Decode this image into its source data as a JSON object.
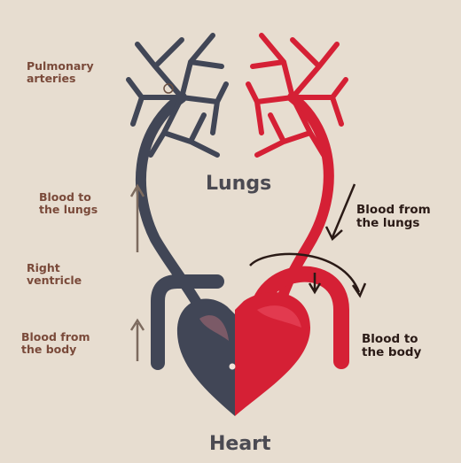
{
  "diagram": {
    "title": "Heart",
    "center_label": "Lungs",
    "labels": {
      "pulmonary_arteries": [
        "Pulmonary",
        "arteries"
      ],
      "blood_to_lungs": [
        "Blood to",
        "the lungs"
      ],
      "right_ventricle": [
        "Right",
        "ventricle"
      ],
      "blood_from_body": [
        "Blood from",
        "the body"
      ],
      "blood_from_lungs": [
        "Blood from",
        "the lungs"
      ],
      "blood_to_body": [
        "Blood to",
        "the body"
      ]
    }
  },
  "colors": {
    "background": "#e7ddd0",
    "deoxygenated": "#414656",
    "oxygenated": "#d52035",
    "heart_light": "#e23a4f",
    "text_left": "#7a4a3a",
    "text_right": "#2a1a16"
  },
  "icons": [
    "up-arrow-icon",
    "down-arrow-icon",
    "curved-arrow-icon"
  ]
}
